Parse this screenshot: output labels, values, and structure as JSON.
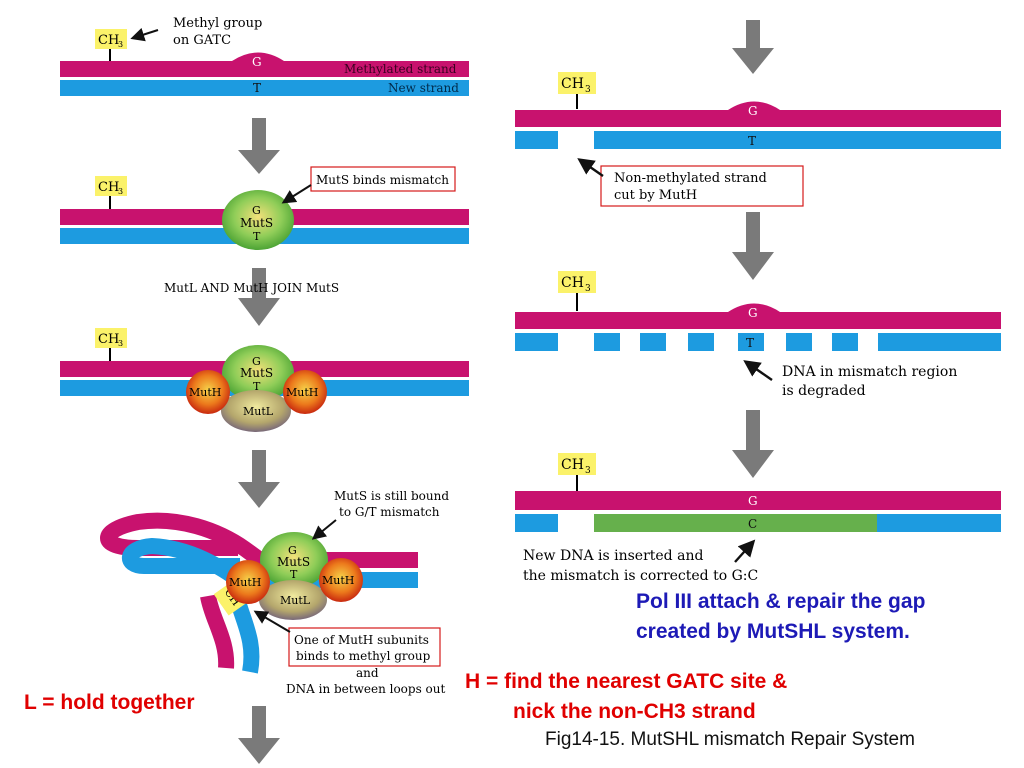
{
  "labels": {
    "ch3_main": "CH",
    "ch3_sub": "3",
    "methyl_group_line1": "Methyl group",
    "methyl_group_line2": "on GATC",
    "base_g": "G",
    "base_t": "T",
    "base_c": "C",
    "methylated_strand": "Methylated strand",
    "new_strand": "New strand",
    "muts": "MutS",
    "muth": "MutH",
    "mutl": "MutL",
    "muts_binds_mismatch": "MutS binds mismatch",
    "mutl_muth_join": "MutL AND MutH JOIN MutS",
    "muts_still_bound_line1": "MutS is still bound",
    "muts_still_bound_line2": "to G/T mismatch",
    "muth_binds_line1": "One of MutH subunits",
    "muth_binds_line2": "binds to methyl group",
    "loops_out_line1": "and",
    "loops_out_line2": "DNA in between loops out",
    "cut_by_muth_line1": "Non-methylated strand",
    "cut_by_muth_line2": "cut by MutH",
    "degraded_line1": "DNA in mismatch region",
    "degraded_line2": "is degraded",
    "inserted_line1": "New DNA is inserted and",
    "inserted_line2": "the mismatch is corrected to G:C"
  },
  "notes": {
    "l_note": "L = hold together",
    "h_note_line1": "H = find the nearest GATC site &",
    "h_note_line2": "nick the non-CH3 strand",
    "pol_note_line1": "Pol III attach & repair the gap",
    "pol_note_line2": "created by MutSHL system.",
    "caption": "Fig14-15. MutSHL mismatch Repair System"
  },
  "colors": {
    "methylated_strand": "#c8126e",
    "new_strand": "#1d9be0",
    "new_dna": "#66b04c",
    "ch3_box": "#fbf26a",
    "arrow_gray": "#7a7a7a",
    "callout_border": "#d61a1a",
    "muts_protein": "#5cb848",
    "muth_protein": "#d84a1c",
    "mutl_protein": "#9a8a68",
    "red_note": "#e00000",
    "blue_note": "#1d1ab6"
  }
}
